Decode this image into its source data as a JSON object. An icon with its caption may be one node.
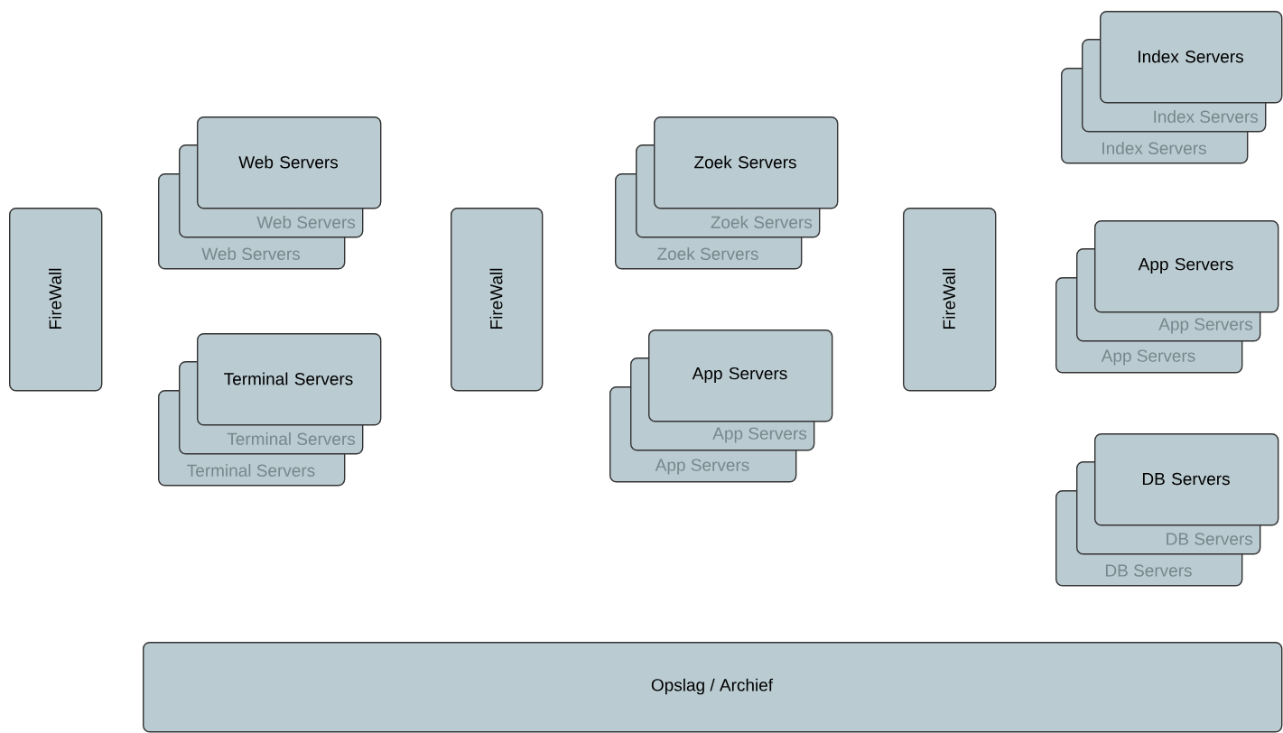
{
  "diagram": {
    "nodes": [
      {
        "text": [
          "FireWall"
        ]
      },
      {
        "text": [
          "Web Servers"
        ]
      },
      {
        "text": [
          "Web Servers"
        ]
      },
      {
        "text": [
          "Web Servers"
        ]
      },
      {
        "text": [
          "Terminal Servers"
        ]
      },
      {
        "text": [
          "Terminal Servers"
        ]
      },
      {
        "text": [
          "Terminal Servers"
        ]
      },
      {
        "text": [
          "FireWall"
        ]
      },
      {
        "text": [
          "Zoek Servers"
        ]
      },
      {
        "text": [
          "Zoek Servers"
        ]
      },
      {
        "text": [
          "Zoek Servers"
        ]
      },
      {
        "text": [
          "App Servers"
        ]
      },
      {
        "text": [
          "App Servers"
        ]
      },
      {
        "text": [
          "App Servers"
        ]
      },
      {
        "text": [
          "FireWall"
        ]
      },
      {
        "text": [
          "Index Servers"
        ]
      },
      {
        "text": [
          "Index Servers"
        ]
      },
      {
        "text": [
          "Index Servers"
        ]
      },
      {
        "text": [
          "App Servers"
        ]
      },
      {
        "text": [
          "App Servers"
        ]
      },
      {
        "text": [
          "App Servers"
        ]
      },
      {
        "text": [
          "DB Servers"
        ]
      },
      {
        "text": [
          "DB Servers"
        ]
      },
      {
        "text": [
          "DB Servers"
        ]
      },
      {
        "text": [
          "Opslag / Archief"
        ]
      }
    ]
  }
}
